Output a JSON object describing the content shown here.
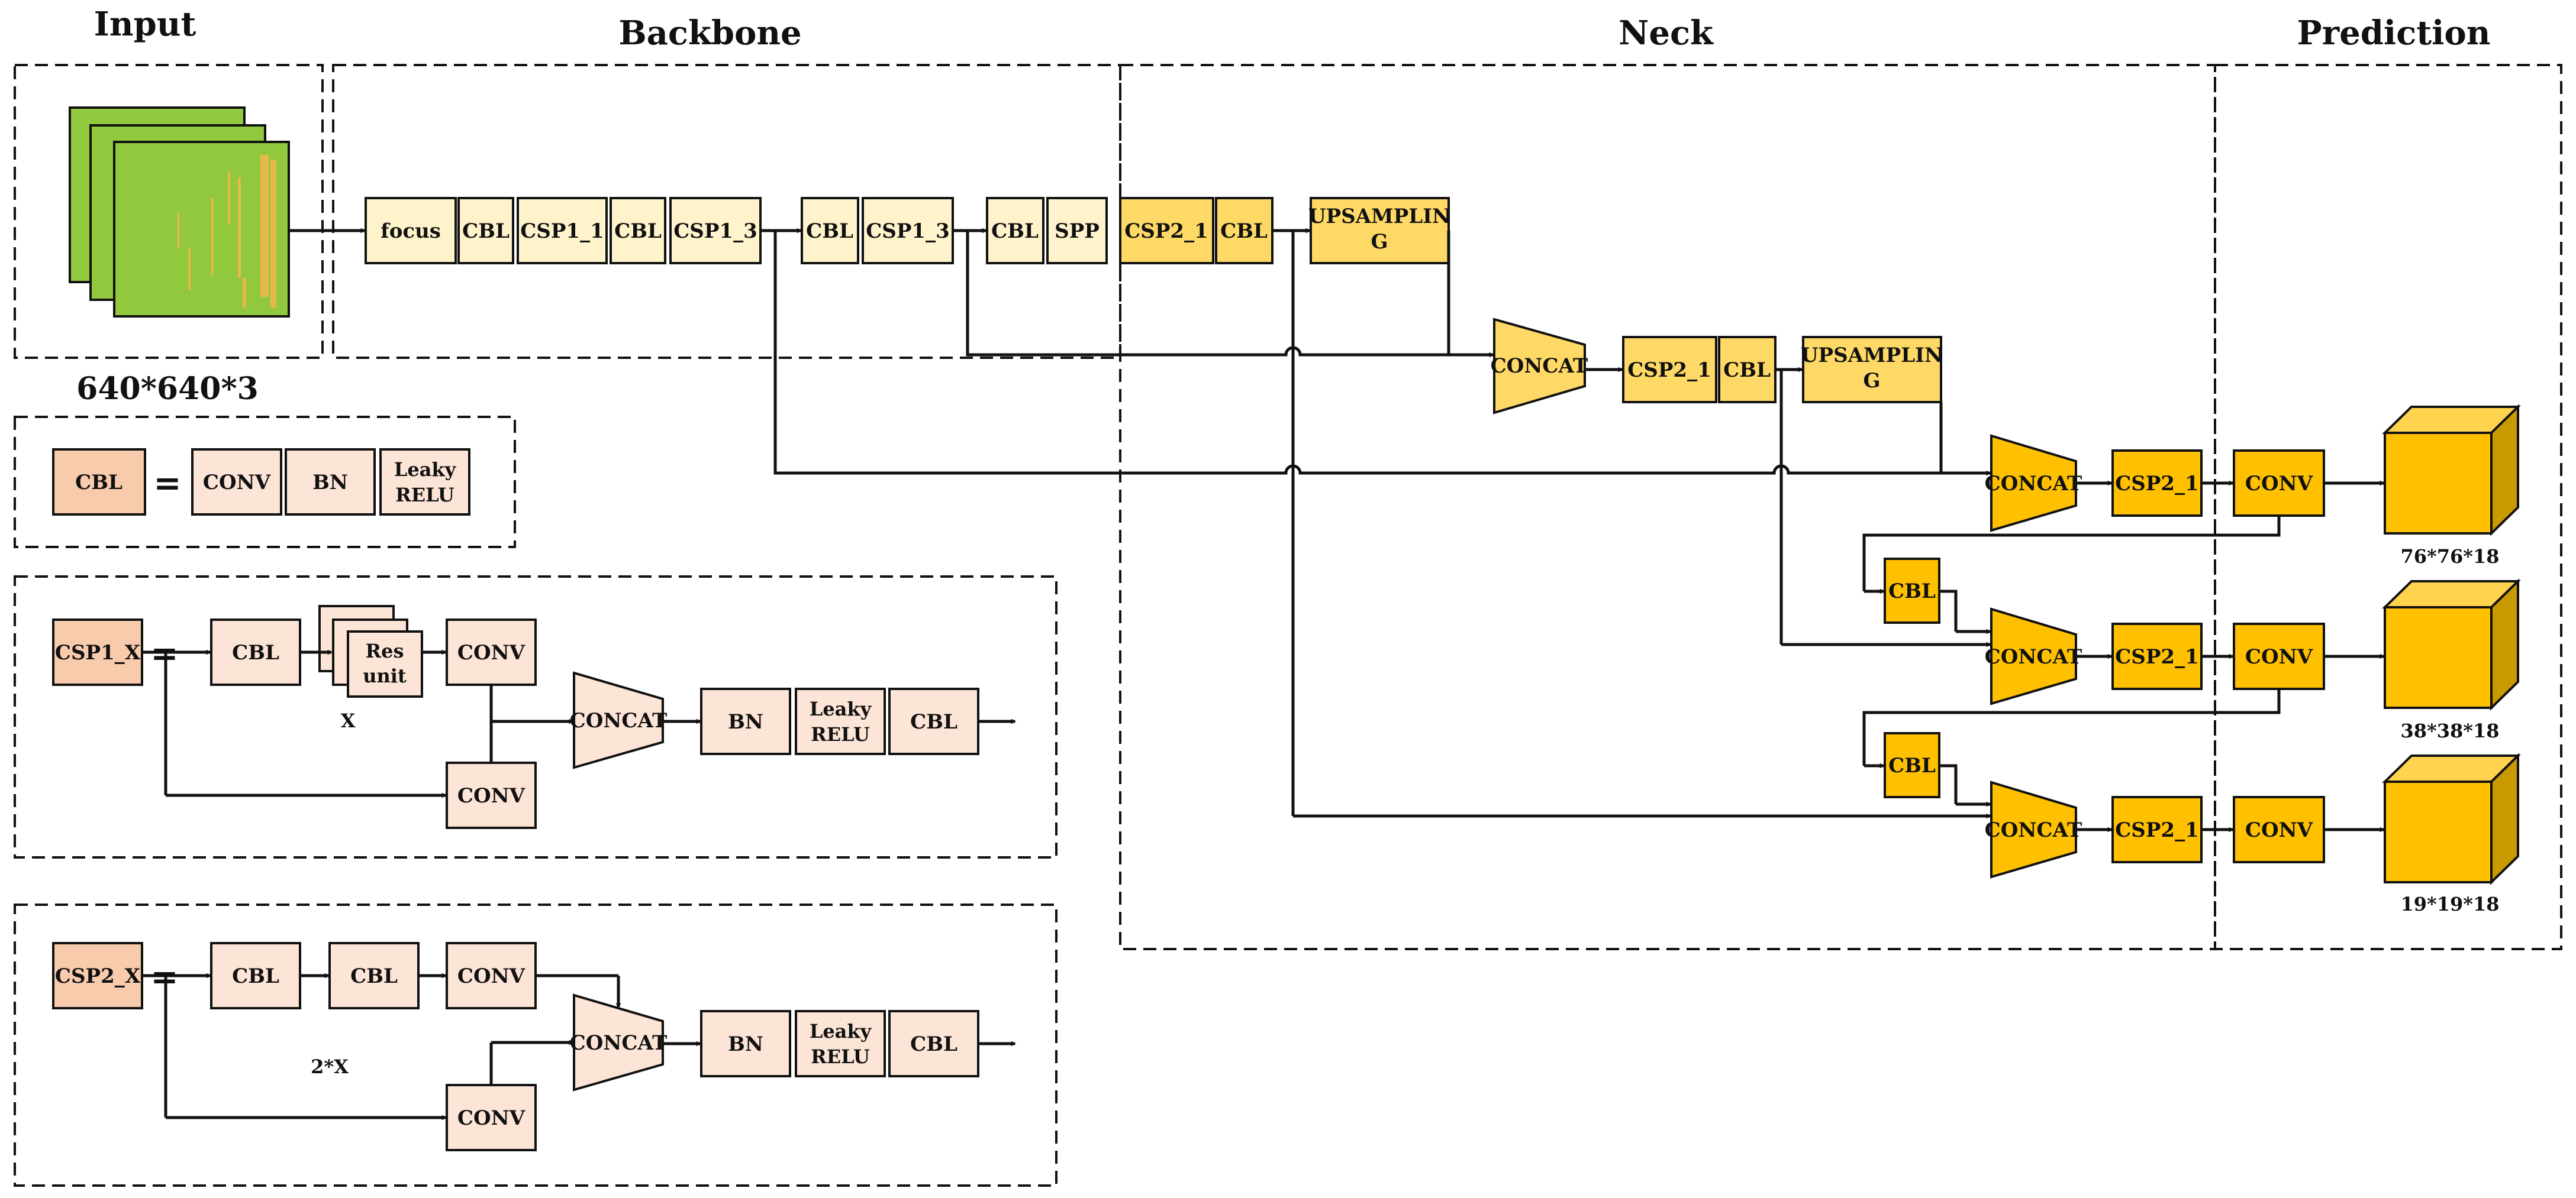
{
  "sections": {
    "input": "Input",
    "backbone": "Backbone",
    "neck": "Neck",
    "prediction": "Prediction"
  },
  "input_size": "640*640*3",
  "colors": {
    "backbone_block": "#FFF3CC",
    "neck_block": "#FFD966",
    "prediction_block": "#FFC000",
    "legend_block": "#FCE4D6",
    "legend_key": "#F8CBAD",
    "input_image": "#92C83E",
    "cube_top": "#FFD34D",
    "cube_side": "#C99A00"
  },
  "backbone": {
    "focus": "focus",
    "cbl": "CBL",
    "csp1_1": "CSP1_1",
    "csp1_3": "CSP1_3",
    "spp": "SPP"
  },
  "neck": {
    "csp2_1": "CSP2_1",
    "cbl": "CBL",
    "upsampling_1": "UPSAMPLIN",
    "upsampling_2": "G",
    "concat": "CONCAT"
  },
  "prediction": {
    "conv": "CONV",
    "outputs": [
      "76*76*18",
      "38*38*18",
      "19*19*18"
    ]
  },
  "legend": {
    "equals": "=",
    "cbl": {
      "name": "CBL",
      "parts": [
        "CONV",
        "BN",
        "Leaky",
        "RELU"
      ]
    },
    "csp1": {
      "name": "CSP1_X",
      "cbl": "CBL",
      "res_1": "Res",
      "res_2": "unit",
      "repeat": "X",
      "conv": "CONV",
      "concat": "CONCAT",
      "bn": "BN",
      "leaky_1": "Leaky",
      "leaky_2": "RELU",
      "tail": "CBL"
    },
    "csp2": {
      "name": "CSP2_X",
      "cbl": "CBL",
      "conv": "CONV",
      "repeat": "2*X",
      "concat": "CONCAT",
      "bn": "BN",
      "leaky_1": "Leaky",
      "leaky_2": "RELU",
      "tail": "CBL"
    }
  }
}
